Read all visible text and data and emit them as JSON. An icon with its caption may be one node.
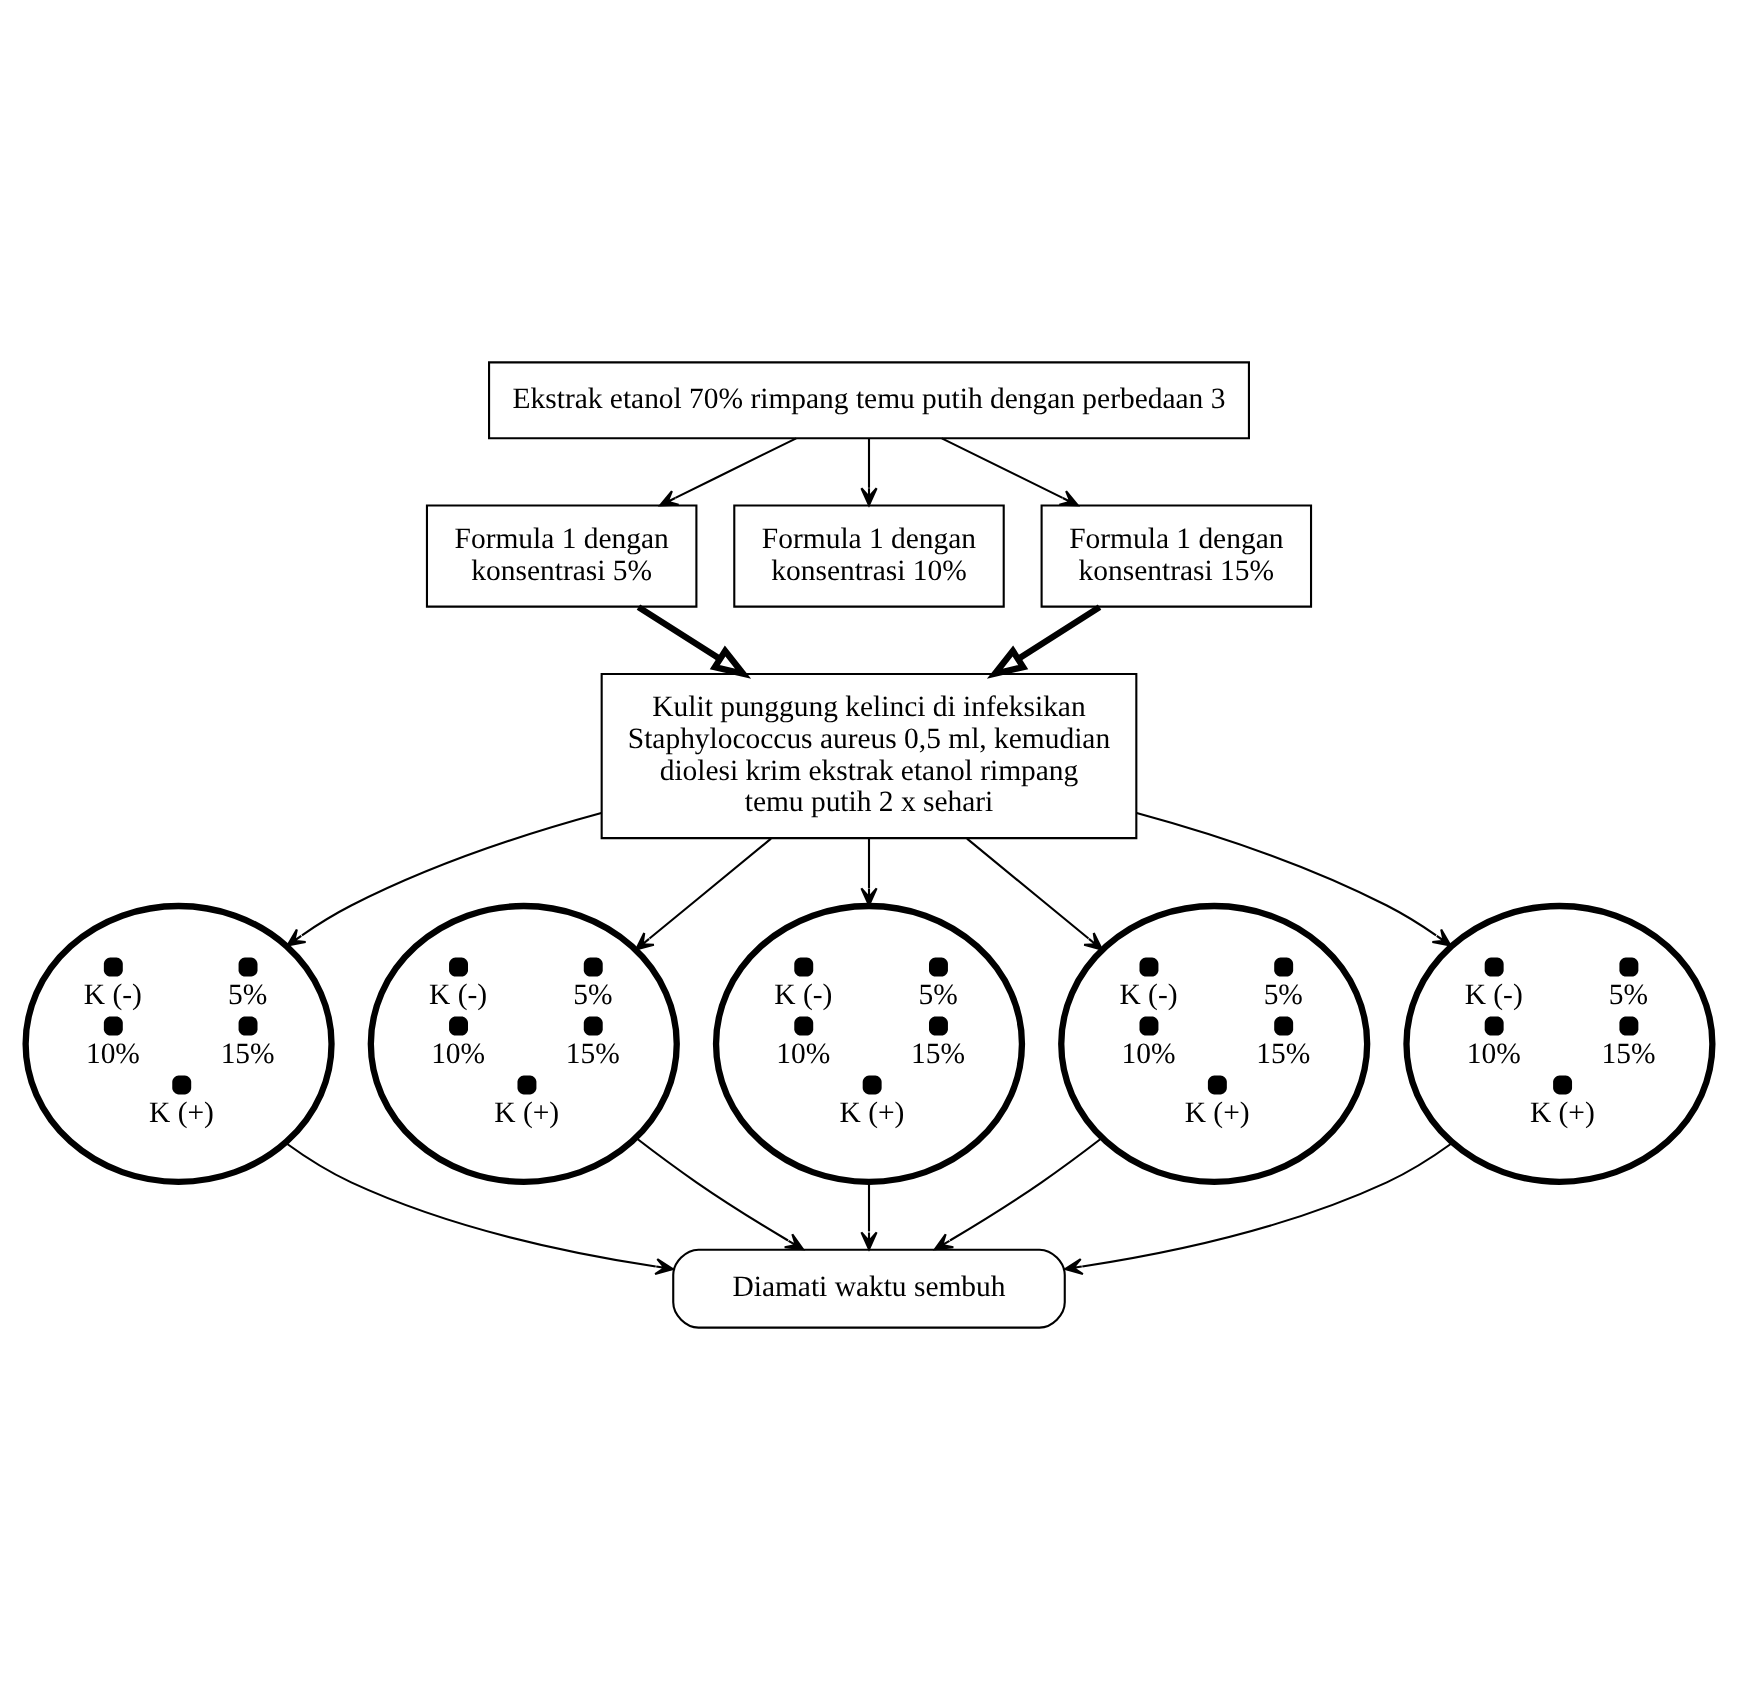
{
  "diagram": {
    "nodes": [
      {
        "text": [
          "Ekstrak etanol 70% rimpang temu putih dengan perbedaan 3"
        ]
      },
      {
        "text": [
          "Formula 1 dengan konsentrasi 5%"
        ]
      },
      {
        "text": [
          "Formula 1 dengan konsentrasi 10%"
        ]
      },
      {
        "text": [
          "Formula 1 dengan konsentrasi 15%"
        ]
      },
      {
        "text": [
          "Kulit punggung kelinci di infeksikan Staphylococcus aureus 0,5 ml, kemudian diolesi krim ekstrak etanol rimpang temu putih 2 x sehari"
        ]
      },
      {
        "text": [
          "K (-)",
          "5%",
          "10%",
          "15%",
          "K (+)"
        ]
      },
      {
        "text": [
          "K (-)",
          "5%",
          "10%",
          "15%",
          "K (+)"
        ]
      },
      {
        "text": [
          "K (-)",
          "5%",
          "10%",
          "15%",
          "K (+)"
        ]
      },
      {
        "text": [
          "K (-)",
          "5%",
          "10%",
          "15%",
          "K (+)"
        ]
      },
      {
        "text": [
          "K (-)",
          "5%",
          "10%",
          "15%",
          "K (+)"
        ]
      },
      {
        "text": [
          "Diamati waktu sembuh"
        ]
      }
    ],
    "edges": [
      {
        "from": 0,
        "to": 1,
        "arrow": "to"
      },
      {
        "from": 0,
        "to": 2,
        "arrow": "to"
      },
      {
        "from": 0,
        "to": 3,
        "arrow": "to"
      },
      {
        "from": 1,
        "to": 4,
        "arrow": "to",
        "style": "thick"
      },
      {
        "from": 3,
        "to": 4,
        "arrow": "to",
        "style": "thick"
      },
      {
        "from": 4,
        "to": 5,
        "arrow": "to"
      },
      {
        "from": 4,
        "to": 6,
        "arrow": "to"
      },
      {
        "from": 4,
        "to": 7,
        "arrow": "to"
      },
      {
        "from": 4,
        "to": 8,
        "arrow": "to"
      },
      {
        "from": 4,
        "to": 9,
        "arrow": "to"
      },
      {
        "from": 5,
        "to": 10,
        "arrow": "to"
      },
      {
        "from": 6,
        "to": 10,
        "arrow": "to"
      },
      {
        "from": 7,
        "to": 10,
        "arrow": "to"
      },
      {
        "from": 8,
        "to": 10,
        "arrow": "to"
      },
      {
        "from": 9,
        "to": 10,
        "arrow": "to"
      }
    ]
  }
}
